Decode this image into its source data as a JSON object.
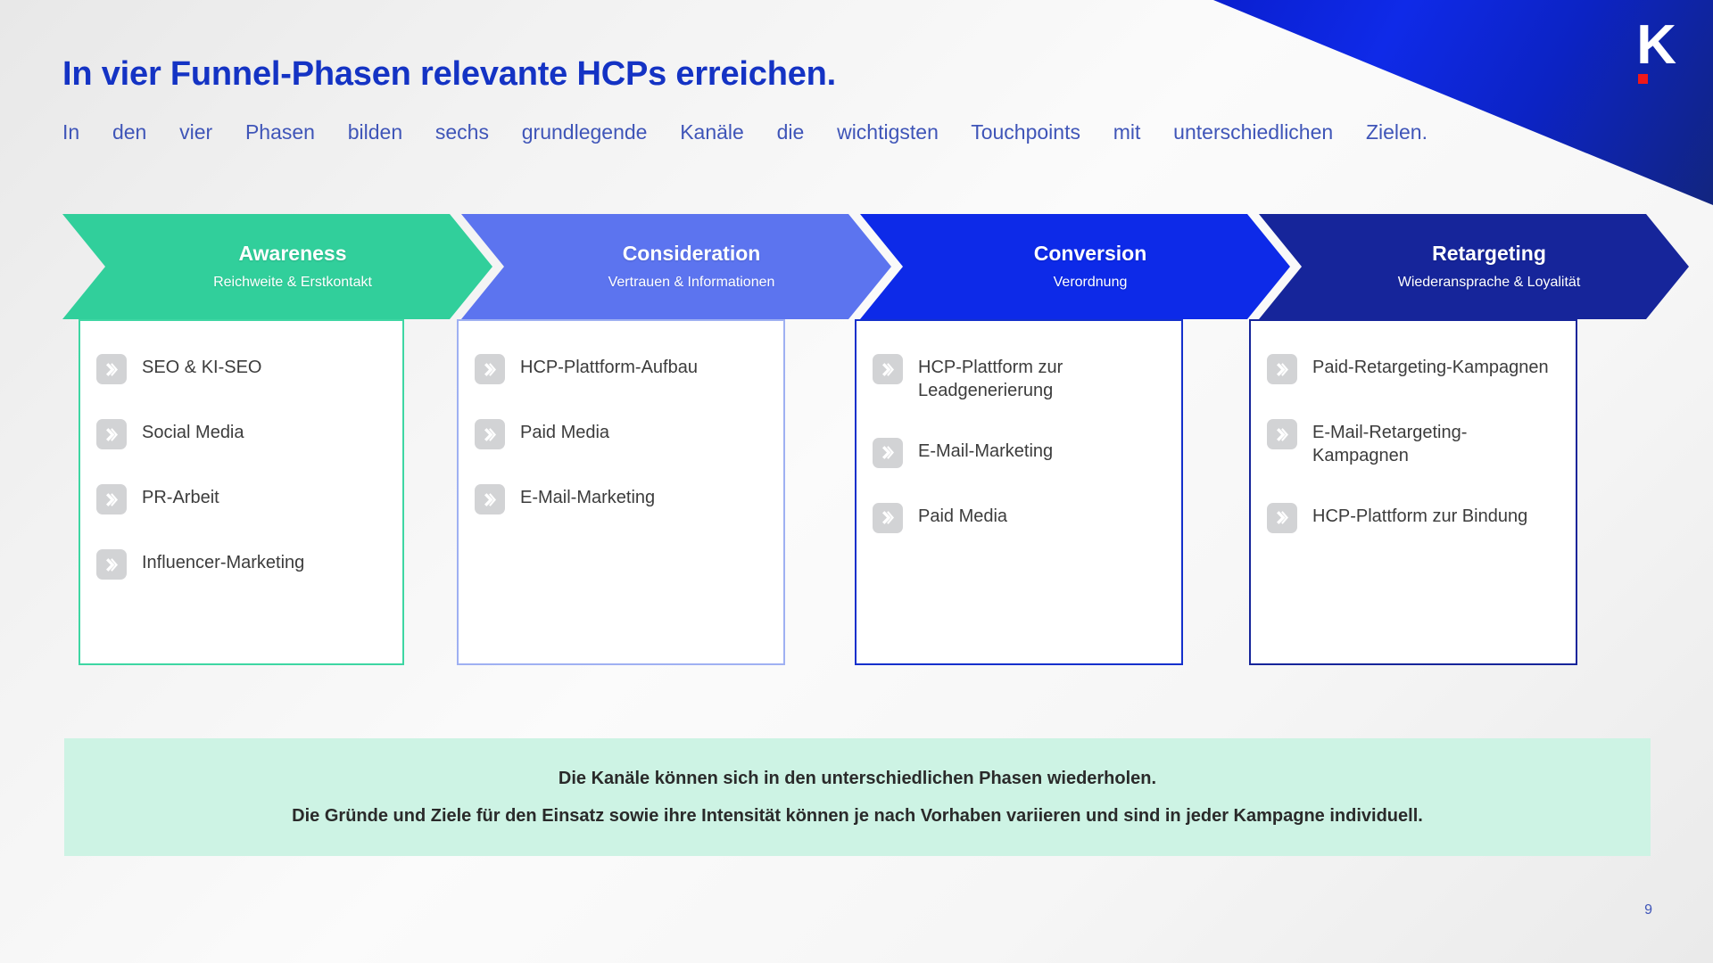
{
  "brand": {
    "logo_letter": "K",
    "accent_dot_color": "#f01818",
    "corner_color": "#0f2ae8"
  },
  "header": {
    "title": "In vier Funnel-Phasen relevante HCPs erreichen.",
    "subtitle": "In den vier Phasen bilden sechs grundlegende Kanäle die wichtigsten Touchpoints mit unterschiedlichen Zielen.",
    "title_color": "#1433c4",
    "subtitle_color": "#3f55b8"
  },
  "funnel": {
    "phases": [
      {
        "title": "Awareness",
        "subtitle": "Reichweite & Erstkontakt",
        "color": "#31cf9b",
        "border_color": "#3ed6a3",
        "channels": [
          "SEO & KI-SEO",
          "Social Media",
          "PR-Arbeit",
          "Influencer-Marketing"
        ]
      },
      {
        "title": "Consideration",
        "subtitle": "Vertrauen & Informationen",
        "color": "#5c74ef",
        "border_color": "#9fb0f2",
        "channels": [
          "HCP-Plattform-Aufbau",
          "Paid Media",
          "E-Mail-Marketing"
        ]
      },
      {
        "title": "Conversion",
        "subtitle": "Verordnung",
        "color": "#0d2ae8",
        "border_color": "#1430cc",
        "channels": [
          "HCP-Plattform zur Leadgenerierung",
          "E-Mail-Marketing",
          "Paid Media"
        ]
      },
      {
        "title": "Retargeting",
        "subtitle": "Wiederansprache & Loyalität",
        "color": "#16259a",
        "border_color": "#16259a",
        "channels": [
          "Paid-Retargeting-Kampagnen",
          "E-Mail-Retargeting-Kampagnen",
          "HCP-Plattform zur Bindung"
        ]
      }
    ]
  },
  "note": {
    "background_color": "#cdf3e4",
    "lines": [
      "Die Kanäle können sich in den unterschiedlichen Phasen wiederholen.",
      "Die Gründe und Ziele für den Einsatz sowie ihre Intensität können je nach Vorhaben variieren und sind in jeder Kampagne individuell."
    ]
  },
  "footer": {
    "page_number": "9"
  },
  "icons": {
    "channel_bullet": "chevron-right-icon"
  }
}
